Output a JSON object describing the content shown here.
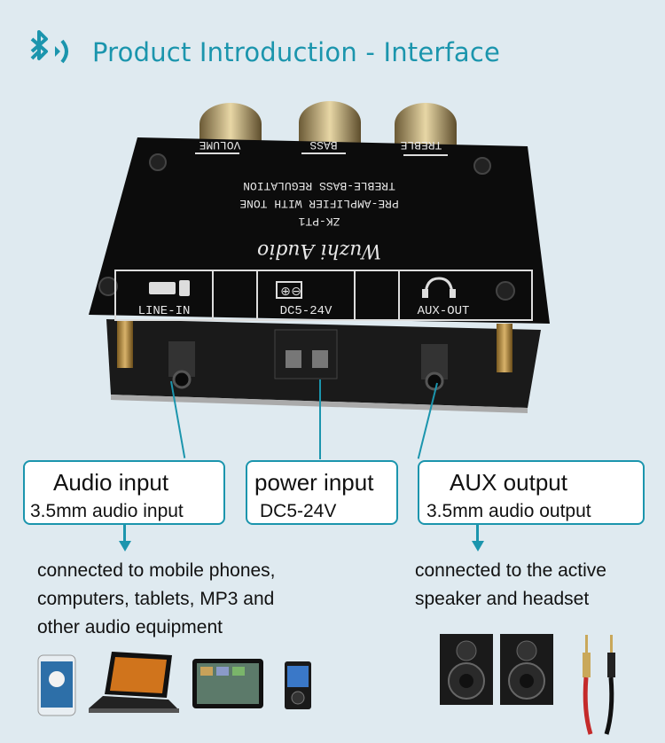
{
  "header": {
    "title": "Product Introduction - Interface",
    "icon": "bluetooth-audio-icon"
  },
  "board": {
    "knobs": [
      "VOLUME",
      "BASS",
      "TREBLE"
    ],
    "line1": "TREBLE-BASS REGULATION",
    "line2": "PRE-AMPLIFIER WITH TONE",
    "model": "ZK-PT1",
    "brand": "Wuzhi Audio",
    "ports": [
      "LINE-IN",
      "DC5-24V",
      "AUX-OUT"
    ]
  },
  "callouts": {
    "audio_input": {
      "title": "Audio input",
      "sub": "3.5mm audio input"
    },
    "power_input": {
      "title": "power input",
      "sub": "DC5-24V"
    },
    "aux_output": {
      "title": "AUX output",
      "sub": "3.5mm audio output"
    }
  },
  "descriptions": {
    "input_devices": [
      "connected to mobile phones,",
      "computers, tablets, MP3 and",
      "other audio equipment"
    ],
    "output_devices": [
      "connected to the active",
      "speaker and headset"
    ]
  },
  "colors": {
    "accent": "#1b95ad",
    "background": "#dfeaf0"
  }
}
